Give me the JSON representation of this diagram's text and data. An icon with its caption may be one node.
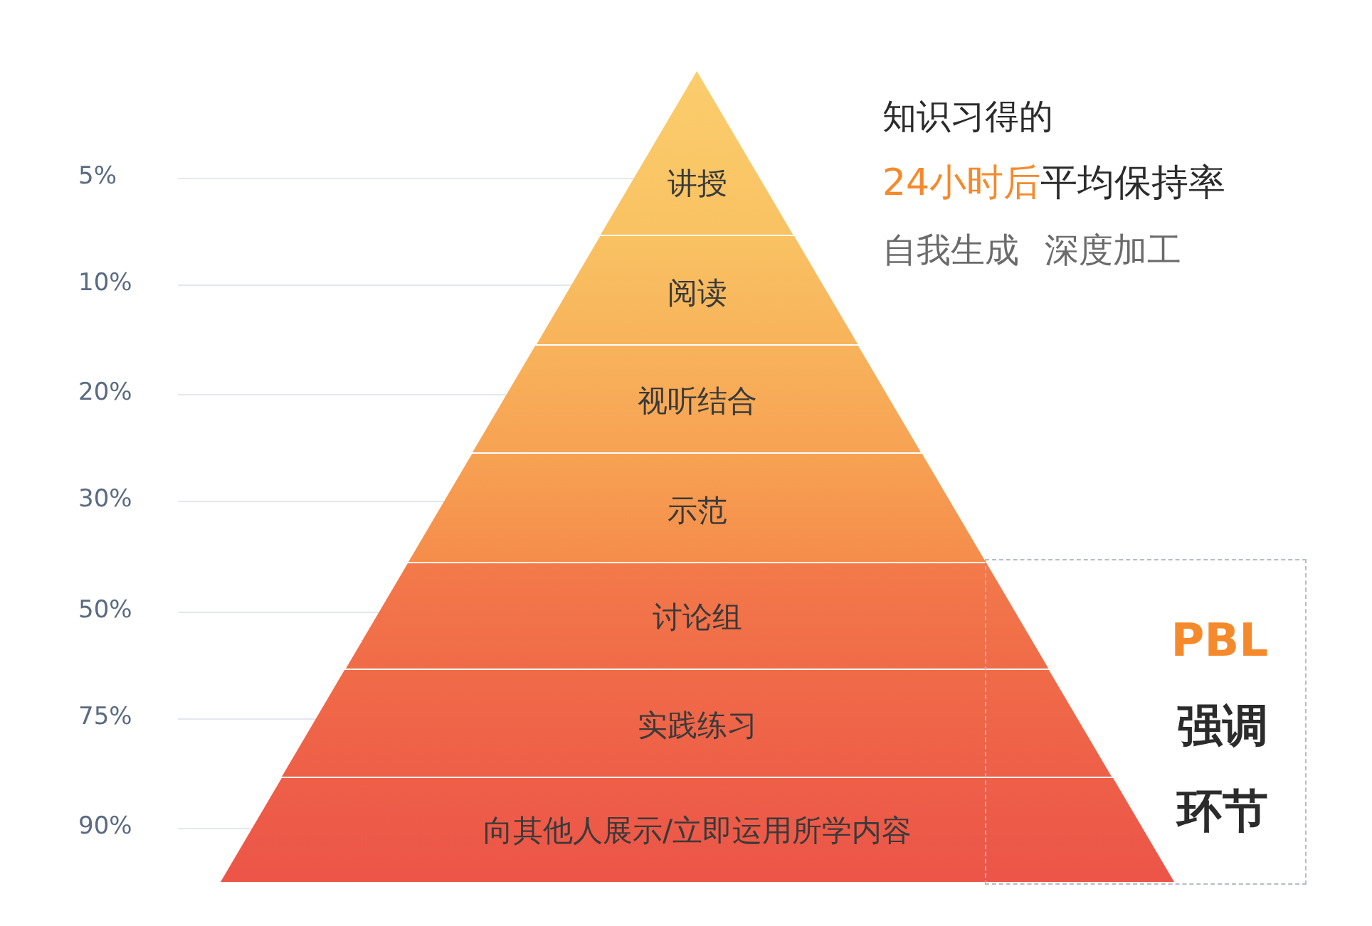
{
  "diagram": {
    "nodes": [
      {
        "text": [
          "讲授"
        ]
      },
      {
        "text": [
          "阅读"
        ]
      },
      {
        "text": [
          "视听结合"
        ]
      },
      {
        "text": [
          "示范"
        ]
      },
      {
        "text": [
          "讨论组"
        ]
      },
      {
        "text": [
          "实践练习"
        ]
      },
      {
        "text": [
          "向其他人展示/立即运用所学内容"
        ]
      },
      {
        "text": [
          "PBL",
          "强调环节"
        ]
      }
    ],
    "edges": [],
    "labels": [
      "5%",
      "10%",
      "20%",
      "30%",
      "50%",
      "75%",
      "90%",
      "知识习得的",
      "24小时后",
      "平均保持率",
      "自我生成",
      "深度加工"
    ]
  }
}
